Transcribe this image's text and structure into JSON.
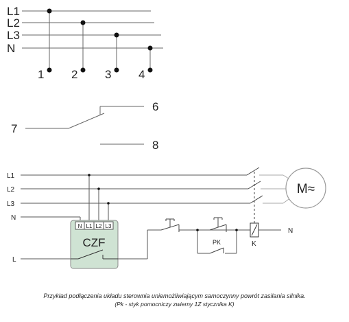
{
  "top_legend": {
    "phases": [
      "L1",
      "L2",
      "L3",
      "N"
    ],
    "terminals": [
      "1",
      "2",
      "3",
      "4"
    ],
    "contact_labels": {
      "normally_open": "6",
      "common": "7",
      "normally_closed": "8"
    }
  },
  "wiring": {
    "lines": [
      "L1",
      "L2",
      "L3",
      "N",
      "L"
    ],
    "module": {
      "label": "CZF",
      "terminals": [
        "N",
        "L1",
        "L2",
        "L3"
      ],
      "fill": "#cfe3d3",
      "stroke": "#888888"
    },
    "motor_label": "M≈",
    "contactor_label": "K",
    "neutral_label": "N",
    "aux_contact_label": "PK",
    "line_colors": {
      "phase": "#555555",
      "motor": "#aaaaaa",
      "dot": "#111111"
    }
  },
  "caption": {
    "line1": "Przykład podłączenia układu sterownia uniemożliwiającym samoczynny powrót zasilania silnika.",
    "line2": "(Pk - styk pomocniczy zwierny 1Z stycznika K)"
  }
}
